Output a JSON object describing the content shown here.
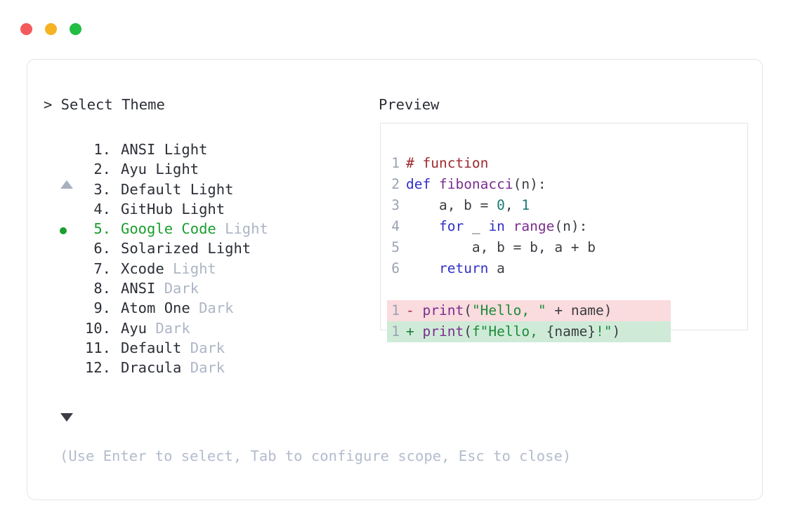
{
  "window": {
    "dots": [
      {
        "name": "close",
        "color": "#f4595b"
      },
      {
        "name": "minimize",
        "color": "#f5b324"
      },
      {
        "name": "maximize",
        "color": "#22bd42"
      }
    ]
  },
  "left": {
    "prompt": "> Select Theme",
    "scroll_up": "▲",
    "scroll_down": "▼",
    "selected_index": 5,
    "bullet_color": "#1a9e2e",
    "items": [
      {
        "num": "1.",
        "name": "ANSI",
        "variant": " Light",
        "variant_dim": false,
        "selected": false
      },
      {
        "num": "2.",
        "name": "Ayu",
        "variant": " Light",
        "variant_dim": false,
        "selected": false
      },
      {
        "num": "3.",
        "name": "Default",
        "variant": " Light",
        "variant_dim": false,
        "selected": false
      },
      {
        "num": "4.",
        "name": "GitHub",
        "variant": " Light",
        "variant_dim": false,
        "selected": false
      },
      {
        "num": "5.",
        "name": "Google Code",
        "variant": " Light",
        "variant_dim": true,
        "selected": true
      },
      {
        "num": "6.",
        "name": "Solarized",
        "variant": " Light",
        "variant_dim": false,
        "selected": false
      },
      {
        "num": "7.",
        "name": "Xcode",
        "variant": " Light",
        "variant_dim": true,
        "selected": false
      },
      {
        "num": "8.",
        "name": "ANSI",
        "variant": " Dark",
        "variant_dim": true,
        "selected": false
      },
      {
        "num": "9.",
        "name": "Atom One",
        "variant": " Dark",
        "variant_dim": true,
        "selected": false
      },
      {
        "num": "10.",
        "name": "Ayu",
        "variant": " Dark",
        "variant_dim": true,
        "selected": false
      },
      {
        "num": "11.",
        "name": "Default",
        "variant": " Dark",
        "variant_dim": true,
        "selected": false
      },
      {
        "num": "12.",
        "name": "Dracula",
        "variant": " Dark",
        "variant_dim": true,
        "selected": false
      }
    ],
    "hint": "(Use Enter to select, Tab to configure scope, Esc to close)"
  },
  "right": {
    "heading": "Preview",
    "code": {
      "lines": [
        {
          "ln": "1",
          "tokens": [
            {
              "t": "# function",
              "c": "t-comment"
            }
          ]
        },
        {
          "ln": "2",
          "tokens": [
            {
              "t": "def ",
              "c": "t-kw"
            },
            {
              "t": "fibonacci",
              "c": "t-fn"
            },
            {
              "t": "(n):",
              "c": "t-punc"
            }
          ]
        },
        {
          "ln": "3",
          "tokens": [
            {
              "t": "    a, b = ",
              "c": "t-plain"
            },
            {
              "t": "0",
              "c": "t-num"
            },
            {
              "t": ", ",
              "c": "t-plain"
            },
            {
              "t": "1",
              "c": "t-num"
            }
          ]
        },
        {
          "ln": "4",
          "tokens": [
            {
              "t": "    ",
              "c": "t-plain"
            },
            {
              "t": "for",
              "c": "t-kw"
            },
            {
              "t": " _ ",
              "c": "t-plain"
            },
            {
              "t": "in",
              "c": "t-kw"
            },
            {
              "t": " ",
              "c": "t-plain"
            },
            {
              "t": "range",
              "c": "t-fn"
            },
            {
              "t": "(n):",
              "c": "t-punc"
            }
          ]
        },
        {
          "ln": "5",
          "tokens": [
            {
              "t": "        a, b = b, a + b",
              "c": "t-plain"
            }
          ]
        },
        {
          "ln": "6",
          "tokens": [
            {
              "t": "    ",
              "c": "t-plain"
            },
            {
              "t": "return",
              "c": "t-kw"
            },
            {
              "t": " a",
              "c": "t-plain"
            }
          ]
        }
      ],
      "diff": [
        {
          "ln": "1",
          "marker": "-",
          "kind": "del",
          "tokens": [
            {
              "t": "print",
              "c": "t-fn"
            },
            {
              "t": "(",
              "c": "t-punc"
            },
            {
              "t": "\"Hello, \"",
              "c": "t-str"
            },
            {
              "t": " + name)",
              "c": "t-plain"
            }
          ]
        },
        {
          "ln": "1",
          "marker": "+",
          "kind": "add",
          "tokens": [
            {
              "t": "print",
              "c": "t-fn"
            },
            {
              "t": "(",
              "c": "t-punc"
            },
            {
              "t": "f\"Hello, ",
              "c": "t-str"
            },
            {
              "t": "{name}",
              "c": "t-plain"
            },
            {
              "t": "!\"",
              "c": "t-str"
            },
            {
              "t": ")",
              "c": "t-punc"
            }
          ]
        }
      ]
    }
  }
}
